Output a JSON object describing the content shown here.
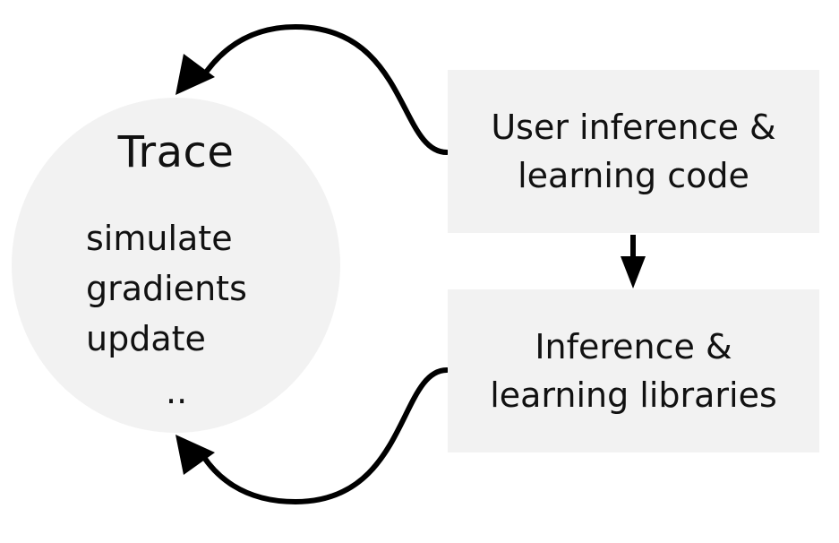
{
  "trace": {
    "title": "Trace",
    "methods": [
      "simulate",
      "gradients",
      "update"
    ],
    "ellipsis": ".."
  },
  "user_code": {
    "line1": "User inference &",
    "line2": "learning code"
  },
  "libraries": {
    "line1": "Inference &",
    "line2": "learning libraries"
  },
  "colors": {
    "node_fill": "#f2f2f2",
    "arrow": "#000000",
    "text": "#111111"
  }
}
